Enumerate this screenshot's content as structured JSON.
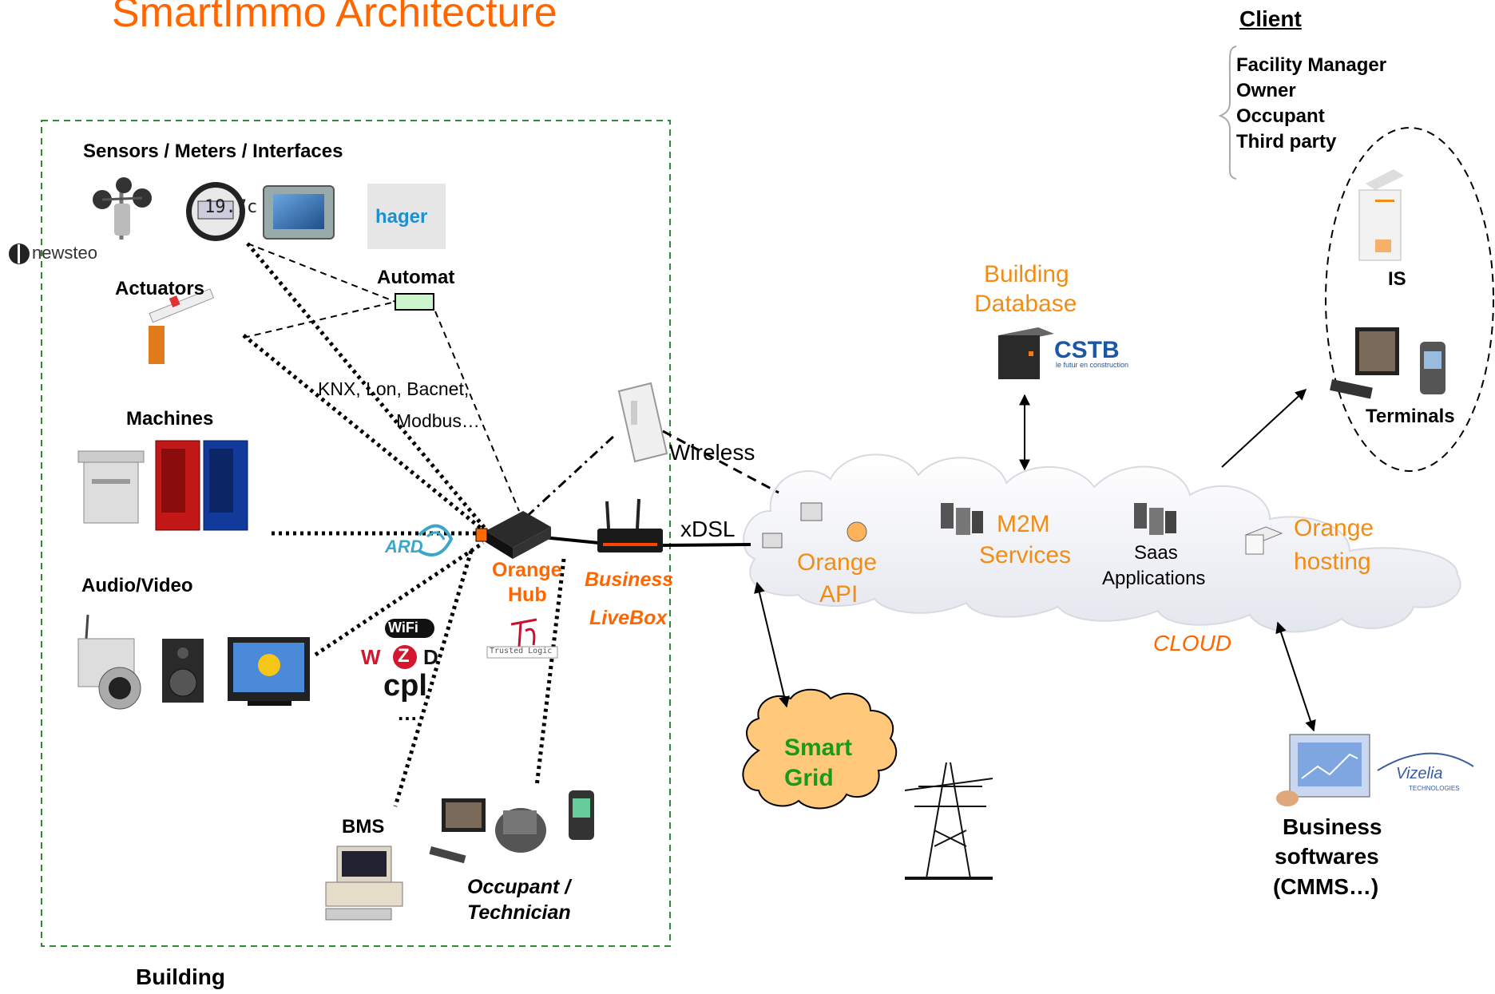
{
  "title": "SmartImmo Architecture",
  "client": {
    "heading": "Client",
    "roles": [
      "Facility Manager",
      "Owner",
      "Occupant",
      "Third party"
    ],
    "is_label": "IS",
    "terminals_label": "Terminals"
  },
  "building": {
    "label": "Building",
    "sensors_label": "Sensors / Meters / Interfaces",
    "thermostat_reading": "19.7c",
    "hager_logo": "hager",
    "newsteo_logo": "newsteo",
    "actuators_label": "Actuators",
    "automat_label": "Automat",
    "protocols_line1": "KNX, Lon, Bacnet,",
    "protocols_line2": "Modbus…",
    "machines_label": "Machines",
    "audio_video_label": "Audio/Video",
    "radio_logos": [
      "WiFi",
      "W",
      "Z",
      "D",
      "cpl"
    ],
    "radio_more": "…",
    "ard_logo": "ARD",
    "bms_label": "BMS",
    "occupant_label_line1": "Occupant /",
    "occupant_label_line2": "Technician",
    "hub_line1": "Orange",
    "hub_line2": "Hub",
    "livebox_line1": "Business",
    "livebox_line2": "LiveBox",
    "trusted_logic": "Trusted Logic"
  },
  "links": {
    "wireless": "Wireless",
    "xdsl": "xDSL"
  },
  "database": {
    "line1": "Building",
    "line2": "Database",
    "cstb_logo": "CSTB",
    "cstb_tagline": "le futur en construction"
  },
  "cloud": {
    "label": "CLOUD",
    "api_line1": "Orange",
    "api_line2": "API",
    "m2m_line1": "M2M",
    "m2m_line2": "Services",
    "saas_line1": "Saas",
    "saas_line2": "Applications",
    "hosting_line1": "Orange",
    "hosting_line2": "hosting"
  },
  "smart_grid": {
    "line1": "Smart",
    "line2": "Grid"
  },
  "business": {
    "line1": "Business",
    "line2": "softwares",
    "line3": "(CMMS…)",
    "vizelia_logo": "Vizelia",
    "vizelia_tagline": "TECHNOLOGIES"
  },
  "colors": {
    "orange_text": "#f28c14",
    "green_text": "#1a9a1a",
    "dashed_border": "#2e8b2e",
    "smart_grid_fill": "#ffc87a",
    "cloud_fill": "#f2f2f6"
  }
}
